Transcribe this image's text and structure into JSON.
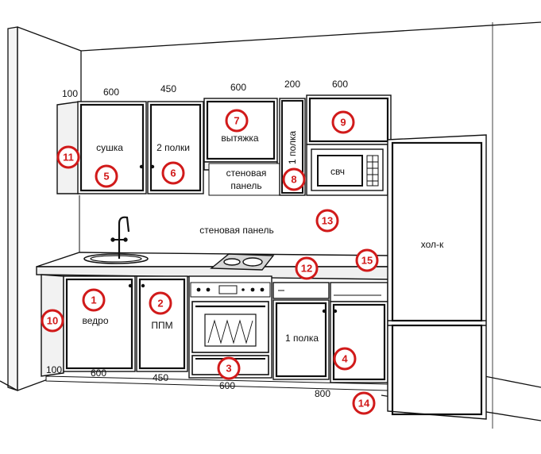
{
  "dimensions": {
    "top": [
      "100",
      "600",
      "450",
      "600",
      "200",
      "600"
    ],
    "bottom": [
      "100",
      "600",
      "450",
      "600",
      "800"
    ]
  },
  "labels": {
    "drying": "сушка",
    "two_shelves": "2 полки",
    "hood": "вытяжка",
    "one_shelf_vertical": "1 полка",
    "microwave": "свч",
    "wall_panel_small_line1": "стеновая",
    "wall_panel_small_line2": "панель",
    "wall_panel": "стеновая панель",
    "fridge": "хол-к",
    "bucket": "ведро",
    "dishwasher": "ППМ",
    "one_shelf": "1 полка"
  },
  "markers": [
    "1",
    "2",
    "3",
    "4",
    "5",
    "6",
    "7",
    "8",
    "9",
    "10",
    "11",
    "12",
    "13",
    "14",
    "15"
  ],
  "colors": {
    "marker": "#d11a1a",
    "line": "#111111",
    "shade": "#e6e6e6"
  }
}
